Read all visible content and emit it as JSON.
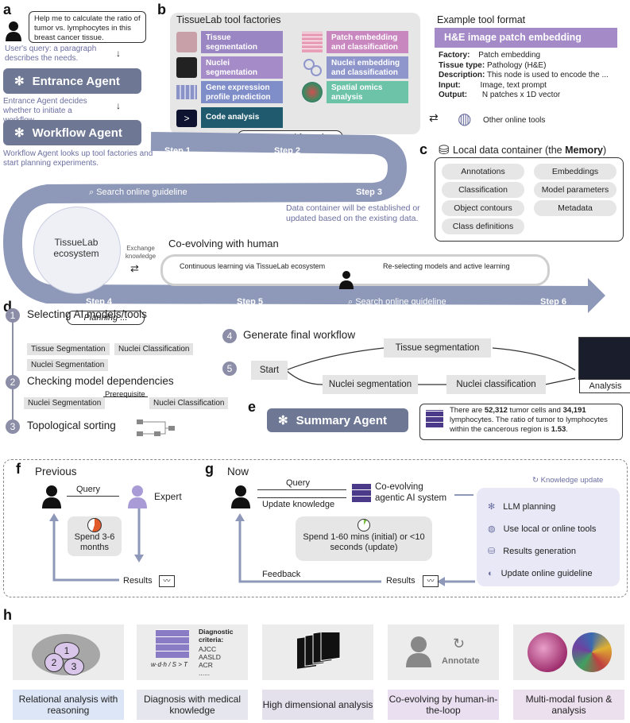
{
  "panels": {
    "a": "a",
    "b": "b",
    "c": "c",
    "d": "d",
    "e": "e",
    "f": "f",
    "g": "g",
    "h": "h"
  },
  "a": {
    "query_bubble": "Help me to calculate the ratio of tumor vs. lymphocytes in this breast cancer tissue.",
    "query_note": "User's query: a paragraph describes the needs.",
    "entrance_agent": "Entrance Agent",
    "entrance_note": "Entrance Agent decides whether to initiate a workflow.",
    "workflow_agent": "Workflow Agent",
    "workflow_note": "Workflow Agent looks up tool factories and start planning experiments."
  },
  "b": {
    "title": "TissueLab tool factories",
    "factories": [
      {
        "label": "Tissue segmentation",
        "color": "#9b86c4"
      },
      {
        "label": "Nuclei segmentation",
        "color": "#a58cc8"
      },
      {
        "label": "Gene expression profile prediction",
        "color": "#7f8dc9"
      },
      {
        "label": "Code analysis",
        "color": "#1f5a6e"
      },
      {
        "label": "Patch embedding and classification",
        "color": "#c987c0"
      },
      {
        "label": "Nuclei embedding and classification",
        "color": "#8e96cc"
      },
      {
        "label": "Spatial omics analysis",
        "color": "#6cc3a8"
      }
    ],
    "code_symbol": ">",
    "lookup": "Look up tool factories",
    "other_tools": "Other online tools",
    "example_title": "Example tool format",
    "example_header": "H&E image patch embedding",
    "example_rows": [
      {
        "k": "Factory:",
        "v": "Patch embedding"
      },
      {
        "k": "Tissue type:",
        "v": "Pathology (H&E)"
      },
      {
        "k": "Description:",
        "v": "This node is used to encode the ..."
      },
      {
        "k": "Input:",
        "v": "Image, text prompt"
      },
      {
        "k": "Output:",
        "v": "N patches x 1D vector"
      }
    ]
  },
  "c": {
    "title_pre": "Local data container (the ",
    "title_bold": "Memory",
    "title_post": ")",
    "items_left": [
      "Annotations",
      "Classification",
      "Object contours",
      "Class definitions"
    ],
    "items_right": [
      "Embeddings",
      "Model parameters",
      "Metadata"
    ],
    "note": "Data container will be established or updated based on the existing data."
  },
  "flow": {
    "step1": "Step 1",
    "step2": "Step 2",
    "step3": "Step 3",
    "step4": "Step 4",
    "step5": "Step 5",
    "step6": "Step 6",
    "search1": "Search online guideline",
    "search2": "Search online guideline",
    "ecosystem": "TissueLab ecosystem",
    "exchange": "Exchange knowledge",
    "coevolve_title": "Co-evolving with human",
    "continuous": "Continuous learning via TissueLab ecosystem",
    "reselect": "Re-selecting models and active learning",
    "planning": "Planning ..."
  },
  "d": {
    "s1": "Selecting AI models/tools",
    "s1_items": [
      "Tissue Segmentation",
      "Nuclei Classification",
      "Nuclei Segmentation"
    ],
    "s2": "Checking model dependencies",
    "dep_from": "Nuclei Segmentation",
    "dep_label": "Prerequisite",
    "dep_to": "Nuclei Classification",
    "s3": "Topological sorting",
    "s4": "Generate final workflow",
    "nums": [
      "1",
      "2",
      "3",
      "4",
      "5"
    ],
    "wf_start": "Start",
    "wf_tissue": "Tissue segmentation",
    "wf_nseg": "Nuclei segmentation",
    "wf_ncls": "Nuclei classification",
    "wf_analysis": "Analysis"
  },
  "e": {
    "agent": "Summary Agent",
    "text_1": "There are ",
    "n1": "52,312",
    "text_2": " tumor cells and ",
    "n2": "34,191",
    "text_3": " lymphocytes. The ratio of tumor to lymphocytes within the cancerous region is ",
    "n3": "1.53",
    "text_4": "."
  },
  "f": {
    "title": "Previous",
    "query": "Query",
    "expert": "Expert",
    "spend": "Spend 3-6 months",
    "results": "Results"
  },
  "g": {
    "title": "Now",
    "query": "Query",
    "update": "Update knowledge",
    "system": "Co-evolving agentic AI system",
    "spend": "Spend 1-60 mins (initial) or <10 seconds (update)",
    "feedback": "Feedback",
    "results": "Results",
    "ku": "Knowledge update",
    "list": [
      "LLM planning",
      "Use local or online tools",
      "Results generation",
      "Update online guideline"
    ]
  },
  "h": {
    "labels": [
      {
        "text": "Relational analysis with reasoning",
        "color": "#dce6f6"
      },
      {
        "text": "Diagnosis with medical knowledge",
        "color": "#e6e6ee"
      },
      {
        "text": "High dimensional analysis",
        "color": "#e4e0ec"
      },
      {
        "text": "Co-evolving by human-in-the-loop",
        "color": "#e9dff0"
      },
      {
        "text": "Multi-modal fusion & analysis",
        "color": "#ecdfee"
      }
    ],
    "region_nums": [
      "1",
      "2",
      "3"
    ],
    "diag_title": "Diagnostic criteria:",
    "diag_items": [
      "AJCC",
      "AASLD",
      "ACR",
      "......"
    ],
    "formula": "w·d·h / S > T",
    "annotate": "Annotate"
  },
  "colors": {
    "flow": "#8e98b8",
    "agent": "#6e7894",
    "purple": "#6b4fa0"
  }
}
